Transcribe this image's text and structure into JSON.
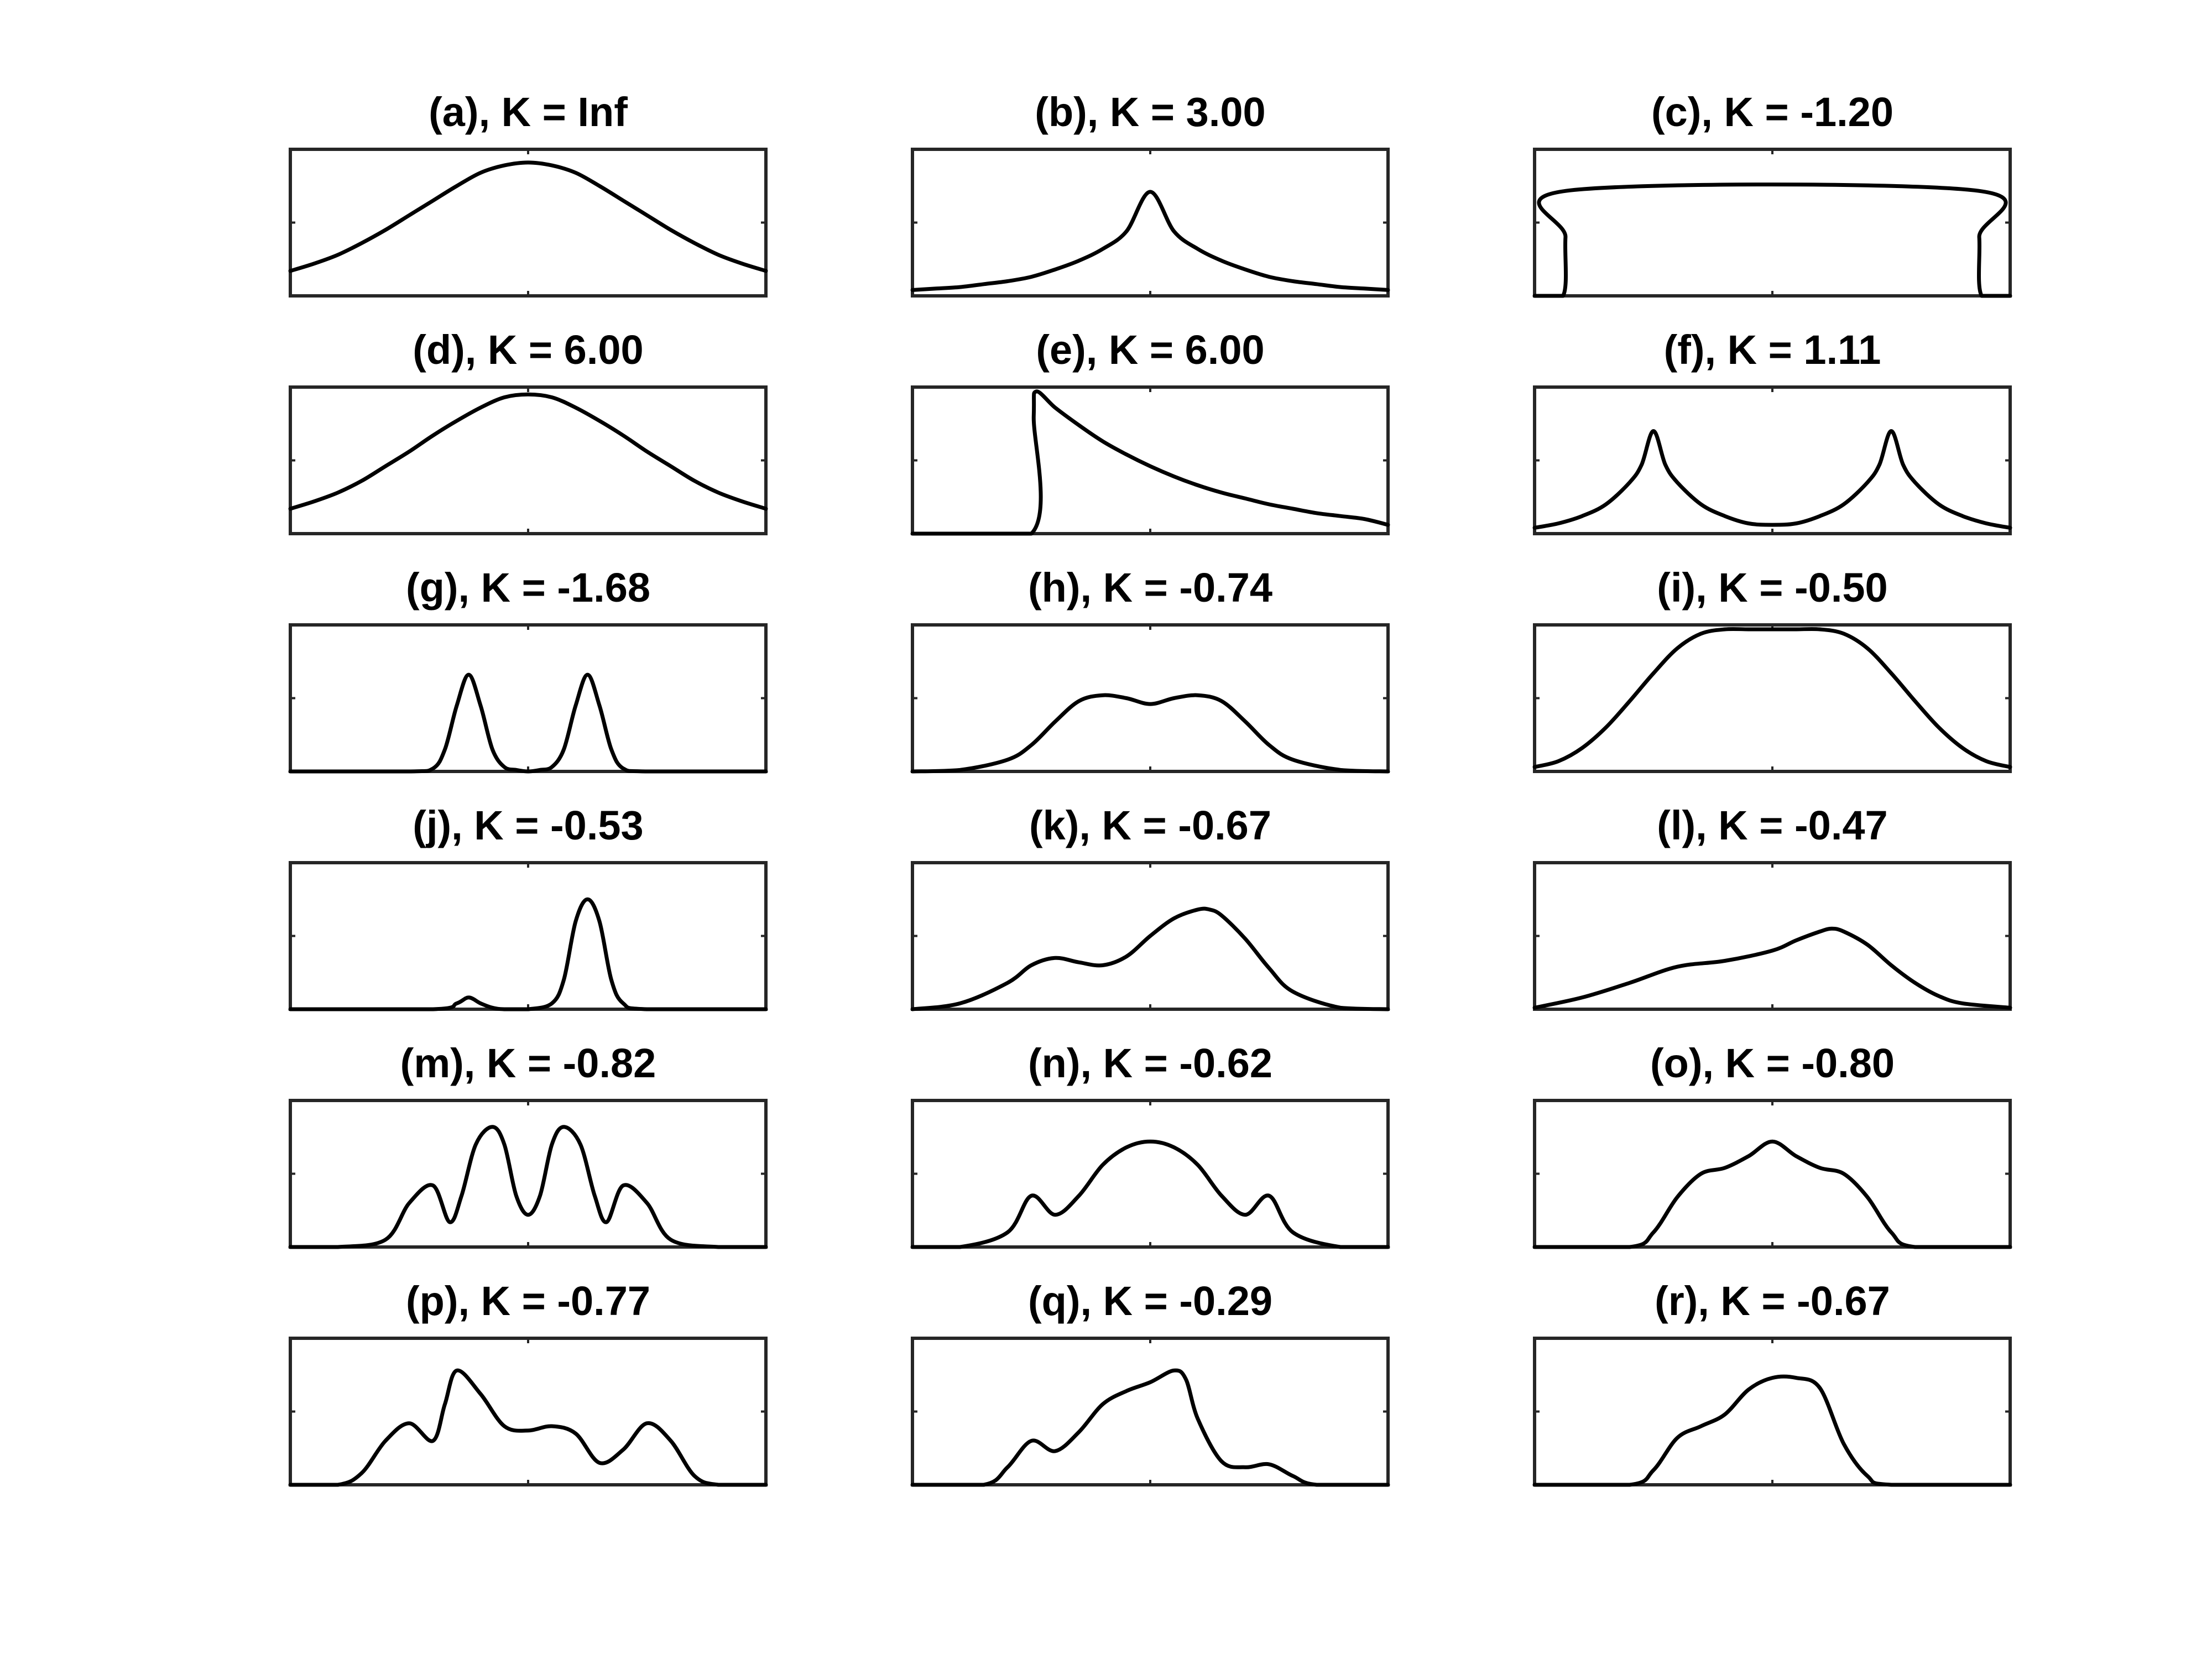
{
  "figure": {
    "background": "#ffffff",
    "line_color": "#000000",
    "axes_color": "#262626"
  },
  "chart_data": [
    {
      "type": "line",
      "title": "(a), K = Inf",
      "xlim": [
        -1,
        1
      ],
      "ylim": [
        0,
        1
      ],
      "grid": false,
      "series": [
        {
          "x": [
            -1.0,
            -0.9,
            -0.8,
            -0.7,
            -0.6,
            -0.5,
            -0.4,
            -0.3,
            -0.2,
            -0.1,
            0.0,
            0.1,
            0.2,
            0.3,
            0.4,
            0.5,
            0.6,
            0.7,
            0.8,
            0.9,
            1.0
          ],
          "values": [
            0.17,
            0.22,
            0.28,
            0.36,
            0.45,
            0.55,
            0.65,
            0.75,
            0.84,
            0.89,
            0.91,
            0.89,
            0.84,
            0.75,
            0.65,
            0.55,
            0.45,
            0.36,
            0.28,
            0.22,
            0.17
          ]
        }
      ]
    },
    {
      "type": "line",
      "title": "(b), K = 3.00",
      "xlim": [
        -1,
        1
      ],
      "ylim": [
        0,
        1
      ],
      "grid": false,
      "series": [
        {
          "x": [
            -1.0,
            -0.9,
            -0.8,
            -0.7,
            -0.6,
            -0.5,
            -0.4,
            -0.3,
            -0.2,
            -0.1,
            0.0,
            0.1,
            0.2,
            0.3,
            0.4,
            0.5,
            0.6,
            0.7,
            0.8,
            0.9,
            1.0
          ],
          "values": [
            0.04,
            0.05,
            0.06,
            0.08,
            0.1,
            0.13,
            0.18,
            0.24,
            0.32,
            0.44,
            0.71,
            0.44,
            0.32,
            0.24,
            0.18,
            0.13,
            0.1,
            0.08,
            0.06,
            0.05,
            0.04
          ]
        }
      ]
    },
    {
      "type": "line",
      "title": "(c), K = -1.20",
      "xlim": [
        -1,
        1
      ],
      "ylim": [
        0,
        1
      ],
      "grid": false,
      "series": [
        {
          "x": [
            -1.0,
            -0.88,
            -0.87,
            -0.85,
            0.85,
            0.87,
            0.88,
            1.0
          ],
          "values": [
            0.0,
            0.0,
            0.4,
            0.72,
            0.72,
            0.4,
            0.0,
            0.0
          ]
        }
      ]
    },
    {
      "type": "line",
      "title": "(d), K = 6.00",
      "xlim": [
        -1,
        1
      ],
      "ylim": [
        0,
        1
      ],
      "grid": false,
      "series": [
        {
          "x": [
            -1.0,
            -0.9,
            -0.8,
            -0.7,
            -0.6,
            -0.5,
            -0.4,
            -0.3,
            -0.2,
            -0.1,
            0.0,
            0.1,
            0.2,
            0.3,
            0.4,
            0.5,
            0.6,
            0.7,
            0.8,
            0.9,
            1.0
          ],
          "values": [
            0.17,
            0.22,
            0.28,
            0.36,
            0.46,
            0.56,
            0.67,
            0.77,
            0.86,
            0.93,
            0.95,
            0.93,
            0.86,
            0.77,
            0.67,
            0.56,
            0.46,
            0.36,
            0.28,
            0.22,
            0.17
          ]
        }
      ]
    },
    {
      "type": "line",
      "title": "(e), K = 6.00",
      "xlim": [
        -1,
        1
      ],
      "ylim": [
        0,
        1
      ],
      "grid": false,
      "series": [
        {
          "x": [
            -1.0,
            -0.5,
            -0.49,
            -0.48,
            -0.4,
            -0.3,
            -0.2,
            -0.1,
            0.0,
            0.1,
            0.2,
            0.3,
            0.4,
            0.5,
            0.6,
            0.7,
            0.8,
            0.9,
            1.0
          ],
          "values": [
            0.0,
            0.0,
            0.8,
            0.97,
            0.86,
            0.74,
            0.63,
            0.54,
            0.46,
            0.39,
            0.33,
            0.28,
            0.24,
            0.2,
            0.17,
            0.14,
            0.12,
            0.1,
            0.06
          ]
        }
      ]
    },
    {
      "type": "line",
      "title": "(f), K = 1.11",
      "xlim": [
        -1,
        1
      ],
      "ylim": [
        0,
        1
      ],
      "grid": false,
      "series": [
        {
          "x": [
            -1.0,
            -0.9,
            -0.8,
            -0.7,
            -0.6,
            -0.55,
            -0.5,
            -0.45,
            -0.4,
            -0.3,
            -0.2,
            -0.1,
            0.0,
            0.1,
            0.2,
            0.3,
            0.4,
            0.45,
            0.5,
            0.55,
            0.6,
            0.7,
            0.8,
            0.9,
            1.0
          ],
          "values": [
            0.04,
            0.07,
            0.12,
            0.2,
            0.35,
            0.47,
            0.7,
            0.47,
            0.35,
            0.2,
            0.12,
            0.07,
            0.06,
            0.07,
            0.12,
            0.2,
            0.35,
            0.47,
            0.7,
            0.47,
            0.35,
            0.2,
            0.12,
            0.07,
            0.04
          ]
        }
      ]
    },
    {
      "type": "line",
      "title": "(g), K = -1.68",
      "xlim": [
        -1,
        1
      ],
      "ylim": [
        0,
        1
      ],
      "grid": false,
      "series": [
        {
          "x": [
            -1.0,
            -0.5,
            -0.4,
            -0.35,
            -0.3,
            -0.25,
            -0.2,
            -0.15,
            -0.1,
            -0.05,
            0.0,
            0.05,
            0.1,
            0.15,
            0.2,
            0.25,
            0.3,
            0.35,
            0.4,
            0.5,
            1.0
          ],
          "values": [
            0.0,
            0.0,
            0.02,
            0.15,
            0.45,
            0.66,
            0.45,
            0.15,
            0.03,
            0.01,
            0.0,
            0.01,
            0.03,
            0.15,
            0.45,
            0.66,
            0.45,
            0.15,
            0.02,
            0.0,
            0.0
          ]
        }
      ]
    },
    {
      "type": "line",
      "title": "(h), K = -0.74",
      "xlim": [
        -1,
        1
      ],
      "ylim": [
        0,
        1
      ],
      "grid": false,
      "series": [
        {
          "x": [
            -1.0,
            -0.8,
            -0.6,
            -0.5,
            -0.4,
            -0.3,
            -0.2,
            -0.1,
            0.0,
            0.1,
            0.2,
            0.3,
            0.4,
            0.5,
            0.6,
            0.8,
            1.0
          ],
          "values": [
            0.0,
            0.01,
            0.08,
            0.18,
            0.34,
            0.48,
            0.52,
            0.5,
            0.46,
            0.5,
            0.52,
            0.48,
            0.34,
            0.18,
            0.08,
            0.01,
            0.0
          ]
        }
      ]
    },
    {
      "type": "line",
      "title": "(i), K = -0.50",
      "xlim": [
        -1,
        1
      ],
      "ylim": [
        0,
        1
      ],
      "grid": false,
      "series": [
        {
          "x": [
            -1.0,
            -0.9,
            -0.8,
            -0.7,
            -0.6,
            -0.5,
            -0.4,
            -0.3,
            -0.2,
            -0.1,
            0.0,
            0.1,
            0.2,
            0.3,
            0.4,
            0.5,
            0.6,
            0.7,
            0.8,
            0.9,
            1.0
          ],
          "values": [
            0.03,
            0.07,
            0.16,
            0.3,
            0.48,
            0.67,
            0.84,
            0.94,
            0.97,
            0.97,
            0.97,
            0.97,
            0.97,
            0.94,
            0.84,
            0.67,
            0.48,
            0.3,
            0.16,
            0.07,
            0.03
          ]
        }
      ]
    },
    {
      "type": "line",
      "title": "(j), K = -0.53",
      "xlim": [
        -1,
        1
      ],
      "ylim": [
        0,
        1
      ],
      "grid": false,
      "series": [
        {
          "x": [
            -1.0,
            -0.4,
            -0.3,
            -0.25,
            -0.2,
            -0.15,
            -0.1,
            0.0,
            0.1,
            0.15,
            0.2,
            0.25,
            0.3,
            0.35,
            0.4,
            0.5,
            1.0
          ],
          "values": [
            0.0,
            0.0,
            0.04,
            0.08,
            0.04,
            0.01,
            0.0,
            0.0,
            0.04,
            0.2,
            0.6,
            0.75,
            0.6,
            0.2,
            0.04,
            0.0,
            0.0
          ]
        }
      ]
    },
    {
      "type": "line",
      "title": "(k), K = -0.67",
      "xlim": [
        -1,
        1
      ],
      "ylim": [
        0,
        1
      ],
      "grid": false,
      "series": [
        {
          "x": [
            -1.0,
            -0.8,
            -0.6,
            -0.5,
            -0.4,
            -0.3,
            -0.2,
            -0.1,
            0.0,
            0.1,
            0.2,
            0.25,
            0.3,
            0.4,
            0.5,
            0.6,
            0.8,
            1.0
          ],
          "values": [
            0.0,
            0.04,
            0.18,
            0.3,
            0.35,
            0.32,
            0.3,
            0.36,
            0.5,
            0.62,
            0.68,
            0.68,
            0.64,
            0.48,
            0.28,
            0.12,
            0.01,
            0.0
          ]
        }
      ]
    },
    {
      "type": "line",
      "title": "(l), K = -0.47",
      "xlim": [
        -1,
        1
      ],
      "ylim": [
        0,
        1
      ],
      "grid": false,
      "series": [
        {
          "x": [
            -1.0,
            -0.8,
            -0.6,
            -0.4,
            -0.2,
            0.0,
            0.1,
            0.2,
            0.25,
            0.3,
            0.4,
            0.5,
            0.6,
            0.7,
            0.8,
            1.0
          ],
          "values": [
            0.01,
            0.08,
            0.18,
            0.29,
            0.33,
            0.4,
            0.47,
            0.53,
            0.55,
            0.53,
            0.44,
            0.3,
            0.18,
            0.09,
            0.04,
            0.01
          ]
        }
      ]
    },
    {
      "type": "line",
      "title": "(m), K = -0.82",
      "xlim": [
        -1,
        1
      ],
      "ylim": [
        0,
        1
      ],
      "grid": false,
      "series": [
        {
          "x": [
            -1.0,
            -0.8,
            -0.6,
            -0.5,
            -0.4,
            -0.33,
            -0.28,
            -0.22,
            -0.15,
            -0.1,
            -0.05,
            0.0,
            0.05,
            0.1,
            0.15,
            0.22,
            0.28,
            0.33,
            0.4,
            0.5,
            0.6,
            0.8,
            1.0
          ],
          "values": [
            0.0,
            0.0,
            0.05,
            0.3,
            0.42,
            0.17,
            0.35,
            0.7,
            0.82,
            0.7,
            0.35,
            0.22,
            0.35,
            0.7,
            0.82,
            0.7,
            0.35,
            0.17,
            0.42,
            0.3,
            0.05,
            0.0,
            0.0
          ]
        }
      ]
    },
    {
      "type": "line",
      "title": "(n), K = -0.62",
      "xlim": [
        -1,
        1
      ],
      "ylim": [
        0,
        1
      ],
      "grid": false,
      "series": [
        {
          "x": [
            -1.0,
            -0.8,
            -0.6,
            -0.5,
            -0.4,
            -0.3,
            -0.2,
            -0.1,
            0.0,
            0.1,
            0.2,
            0.3,
            0.4,
            0.5,
            0.6,
            0.8,
            1.0
          ],
          "values": [
            0.0,
            0.0,
            0.1,
            0.35,
            0.22,
            0.35,
            0.56,
            0.68,
            0.72,
            0.68,
            0.56,
            0.35,
            0.22,
            0.35,
            0.1,
            0.0,
            0.0
          ]
        }
      ]
    },
    {
      "type": "line",
      "title": "(o), K = -0.80",
      "xlim": [
        -1,
        1
      ],
      "ylim": [
        0,
        1
      ],
      "grid": false,
      "series": [
        {
          "x": [
            -1.0,
            -0.6,
            -0.5,
            -0.4,
            -0.3,
            -0.2,
            -0.1,
            0.0,
            0.1,
            0.2,
            0.3,
            0.4,
            0.5,
            0.6,
            1.0
          ],
          "values": [
            0.0,
            0.0,
            0.1,
            0.34,
            0.5,
            0.54,
            0.62,
            0.72,
            0.62,
            0.54,
            0.5,
            0.34,
            0.1,
            0.0,
            0.0
          ]
        }
      ]
    },
    {
      "type": "line",
      "title": "(p), K = -0.77",
      "xlim": [
        -1,
        1
      ],
      "ylim": [
        0,
        1
      ],
      "grid": false,
      "series": [
        {
          "x": [
            -1.0,
            -0.8,
            -0.7,
            -0.6,
            -0.5,
            -0.4,
            -0.35,
            -0.3,
            -0.2,
            -0.1,
            0.0,
            0.1,
            0.2,
            0.3,
            0.4,
            0.5,
            0.6,
            0.7,
            0.8,
            1.0
          ],
          "values": [
            0.0,
            0.0,
            0.08,
            0.3,
            0.42,
            0.3,
            0.55,
            0.78,
            0.62,
            0.4,
            0.37,
            0.4,
            0.35,
            0.15,
            0.24,
            0.42,
            0.3,
            0.06,
            0.0,
            0.0
          ]
        }
      ]
    },
    {
      "type": "line",
      "title": "(q), K = -0.29",
      "xlim": [
        -1,
        1
      ],
      "ylim": [
        0,
        1
      ],
      "grid": false,
      "series": [
        {
          "x": [
            -1.0,
            -0.7,
            -0.6,
            -0.5,
            -0.4,
            -0.3,
            -0.2,
            -0.1,
            0.0,
            0.1,
            0.15,
            0.2,
            0.3,
            0.4,
            0.5,
            0.6,
            0.7,
            1.0
          ],
          "values": [
            0.0,
            0.0,
            0.12,
            0.3,
            0.23,
            0.36,
            0.55,
            0.64,
            0.7,
            0.78,
            0.72,
            0.45,
            0.16,
            0.12,
            0.14,
            0.06,
            0.0,
            0.0
          ]
        }
      ]
    },
    {
      "type": "line",
      "title": "(r), K = -0.67",
      "xlim": [
        -1,
        1
      ],
      "ylim": [
        0,
        1
      ],
      "grid": false,
      "series": [
        {
          "x": [
            -1.0,
            -0.6,
            -0.5,
            -0.4,
            -0.3,
            -0.2,
            -0.1,
            0.0,
            0.1,
            0.2,
            0.3,
            0.4,
            0.5,
            1.0
          ],
          "values": [
            0.0,
            0.0,
            0.1,
            0.32,
            0.4,
            0.48,
            0.65,
            0.73,
            0.73,
            0.66,
            0.28,
            0.06,
            0.0,
            0.0
          ]
        }
      ]
    }
  ]
}
